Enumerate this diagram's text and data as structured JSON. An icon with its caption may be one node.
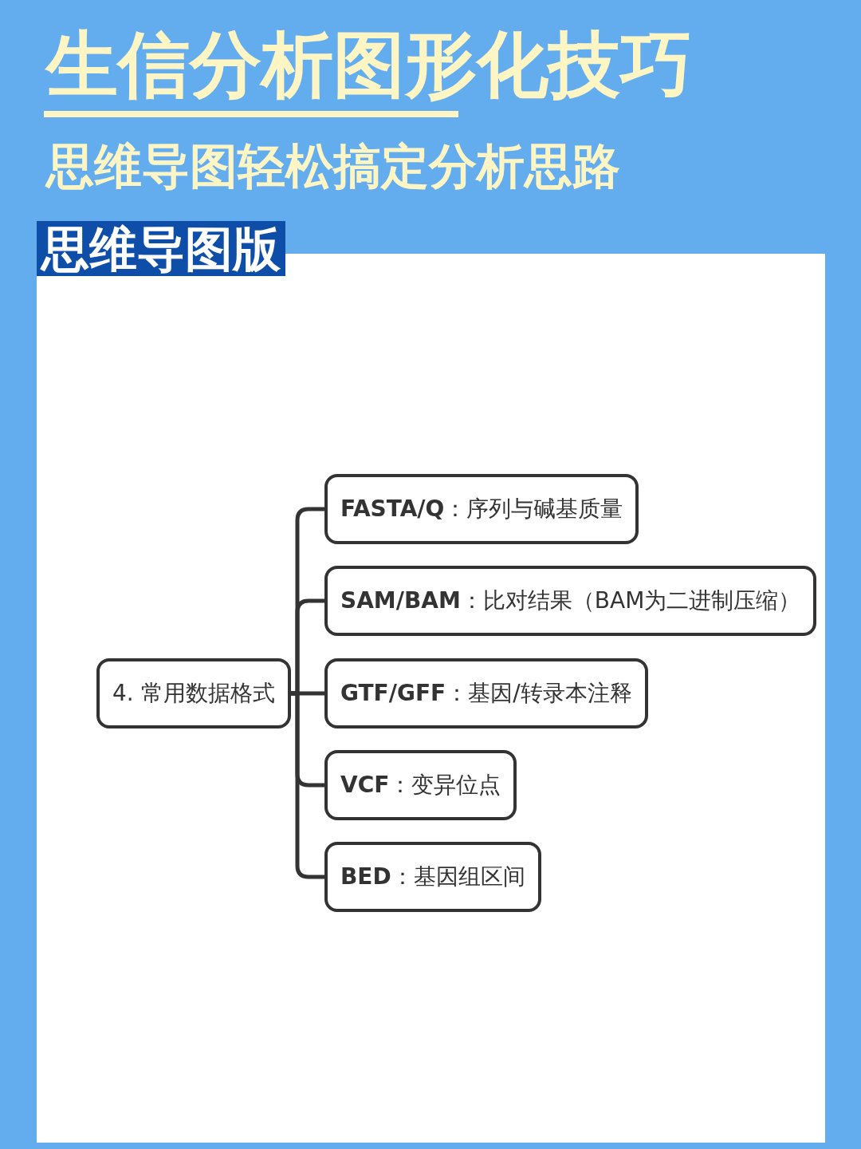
{
  "diagram": {
    "title": "生信分析图形化技巧",
    "nodes": [
      {
        "text": [
          "4. 常用数据格式"
        ]
      },
      {
        "text": [
          "**FASTA/Q**：序列与碱基质量"
        ]
      },
      {
        "text": [
          "**SAM/BAM**：比对结果（BAM为二进制压缩）"
        ]
      },
      {
        "text": [
          "**GTF/GFF**：基因/转录本注释"
        ]
      },
      {
        "text": [
          "**VCF**：变异位点"
        ]
      },
      {
        "text": [
          "**BED**：基因组区间"
        ]
      }
    ],
    "edges": [
      {
        "from": 0,
        "to": 1,
        "arrow": "none"
      },
      {
        "from": 0,
        "to": 2,
        "arrow": "none"
      },
      {
        "from": 0,
        "to": 3,
        "arrow": "none"
      },
      {
        "from": 0,
        "to": 4,
        "arrow": "none"
      },
      {
        "from": 0,
        "to": 5,
        "arrow": "none"
      }
    ],
    "labels": [
      "思维导图轻松搞定分析思路",
      "思维导图版"
    ]
  }
}
